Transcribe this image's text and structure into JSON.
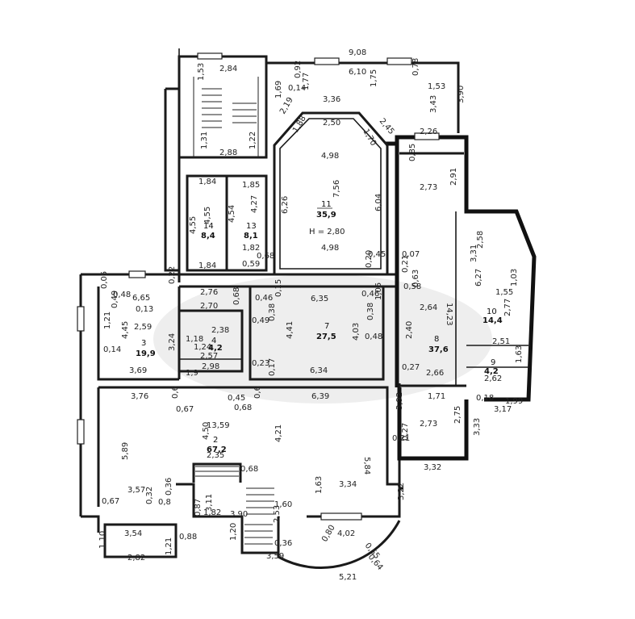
{
  "rooms": [
    {
      "no": "2",
      "area": "67,2"
    },
    {
      "no": "3",
      "area": "19,9"
    },
    {
      "no": "4",
      "area": "4,2"
    },
    {
      "no": "7",
      "area": "27,5"
    },
    {
      "no": "8",
      "area": "37,6"
    },
    {
      "no": "9",
      "area": "4,2"
    },
    {
      "no": "10",
      "area": "14,4"
    },
    {
      "no": "11",
      "area": "35,9"
    },
    {
      "no": "13",
      "area": "8,1"
    },
    {
      "no": "14",
      "area": "8,4"
    }
  ],
  "room9_extra": "2,62",
  "height_label": "H = 2,80",
  "dims": {
    "top_9_08": "9,08",
    "top_2_84": "2,84",
    "top_1_53": "1,53",
    "top_6_10": "6,10",
    "top_0_92": "0,92",
    "top_0_78": "0,78",
    "top_1_53b": "1,53",
    "top_1_77": "1,77",
    "top_1_75": "1,75",
    "top_3_43": "3,43",
    "top_3_90": "3,90",
    "top_1_69": "1,69",
    "top_0_14": "0,14",
    "top_2_19": "2,19",
    "top_3_36": "3,36",
    "top_2_50": "2,50",
    "top_2_45": "2,45",
    "top_1_88": "1,88",
    "top_1_70": "1,70",
    "top_2_26": "2,26",
    "top_1_31": "1,31",
    "top_1_22": "1,22",
    "top_2_88": "2,88",
    "top_0_85": "0,85",
    "r11_4_98a": "4,98",
    "r11_6_26": "6,26",
    "r11_7_56": "7,56",
    "r11_6_04": "6,04",
    "r11_4_98b": "4,98",
    "r11_0_45": "0,45",
    "r11_0_20": "0,20",
    "r11_0_07": "0,07",
    "r14_1_84a": "1,84",
    "r14_4_55a": "4,55",
    "r14_4_55b": "4,55",
    "r14_1_84b": "1,84",
    "r13_1_85": "1,85",
    "r13_4_54": "4,54",
    "r13_4_27": "4,27",
    "r13_1_82": "1,82",
    "r13_0_59": "0,59",
    "r13_0_68": "0,68",
    "r8_2_73a": "2,73",
    "r8_2_91": "2,91",
    "r8_0_21": "0,21",
    "r8_0_63": "0,63",
    "r8_2_58": "2,58",
    "r8_14_23": "14,23",
    "r8_2_64": "2,64",
    "r8_2_40": "2,40",
    "r8_0_27a": "0,27",
    "r8_2_66": "2,66",
    "r8_1_71": "1,71",
    "r8_2_73b": "2,73",
    "r8_2_75": "2,75",
    "r8_0_27b": "0,27",
    "r8_3_92": "3,92",
    "r8_0_21b": "0,21",
    "r8_3_32": "3,32",
    "r8_0_18": "0,18",
    "r8_1_99": "1,99",
    "r8_3_17": "3,17",
    "r8_3_33": "3,33",
    "r8_0_58": "0,58",
    "r10_3_31": "3,31",
    "r10_6_27": "6,27",
    "r10_1_03": "1,03",
    "r10_1_55": "1,55",
    "r10_2_77": "2,77",
    "r10_2_51": "2,51",
    "r10_1_63": "1,63",
    "r7_0_68": "0,68",
    "r7_0_46a": "0,46",
    "r7_6_35": "6,35",
    "r7_0_46b": "0,46",
    "r7_0_15": "0,15",
    "r7_0_38a": "0,38",
    "r7_4_41": "4,41",
    "r7_0_49": "0,49",
    "r7_4_03": "4,03",
    "r7_0_38b": "0,38",
    "r7_0_48": "0,48",
    "r7_1_05": "1,05",
    "r7_0_17": "0,17",
    "r7_0_23": "0,23",
    "r7_6_34": "6,34",
    "r7_2_76": "2,76",
    "r7_2_70": "2,70",
    "r7_0_22": "0,22",
    "r3_6_65": "6,65",
    "r3_0_48": "0,48",
    "r3_0_05": "0,05",
    "r3_0_49": "0,49",
    "r3_0_13": "0,13",
    "r3_1_21": "1,21",
    "r3_4_45": "4,45",
    "r3_2_59": "2,59",
    "r3_0_14": "0,14",
    "r3_3_24": "3,24",
    "r3_3_69": "3,69",
    "r4_2_38": "2,38",
    "r4_1_18": "1,18",
    "r4_1_24": "1,24",
    "r4_2_57": "2,57",
    "r4_2_98": "2,98",
    "r4_1_9": "1,9",
    "r2_3_76": "3,76",
    "r2_0_67": "0,67",
    "r2_0_6": "0,6",
    "r2_0_45": "0,45",
    "r2_0_6b": "0,6",
    "r2_0_68a": "0,68",
    "r2_6_39": "6,39",
    "r2_13_59": "13,59",
    "r2_4_50": "4,50",
    "r2_4_21": "4,21",
    "r2_5_89": "5,89",
    "r2_5_84": "5,84",
    "r2_2_35": "2,35",
    "r2_0_68b": "0,68",
    "r2_3_57": "3,57",
    "r2_0_32": "0,32",
    "r2_0_36": "0,36",
    "r2_0_67b": "0,67",
    "r2_0_8": "0,8",
    "r2_1_63": "1,63",
    "r2_3_34": "3,34",
    "r2_3_22": "3,22",
    "b_3_54": "3,54",
    "b_1_10": "1,10",
    "b_2_82": "2,82",
    "b_0_88": "0,88",
    "b_1_21": "1,21",
    "b_0_87": "0,87",
    "b_1_82": "1,82",
    "b_3_11": "3,11",
    "b_3_90": "3,90",
    "b_1_60": "1,60",
    "b_2_53": "2,53",
    "b_1_20": "1,20",
    "b_0_36": "0,36",
    "b_3_59": "3,59",
    "b_4_02": "4,02",
    "b_5_21": "5,21",
    "b_0_80": "0,80",
    "b_0_55": "0,55",
    "b_0_64": "0,64"
  }
}
